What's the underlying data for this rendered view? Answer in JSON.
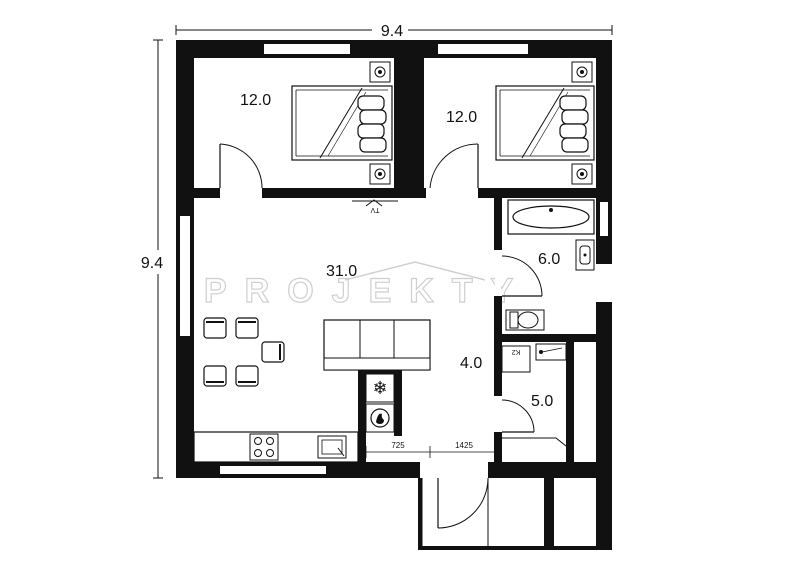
{
  "dimensions": {
    "width_label": "9.4",
    "height_label": "9.4",
    "seg_a": "725",
    "seg_b": "1425"
  },
  "rooms": {
    "bedroom_left": "12.0",
    "bedroom_right": "12.0",
    "living": "31.0",
    "bathroom": "6.0",
    "hall": "4.0",
    "utility": "5.0"
  },
  "labels": {
    "tv": "TV",
    "boiler": "K2"
  },
  "watermark": {
    "text": "PROJEKTY"
  }
}
